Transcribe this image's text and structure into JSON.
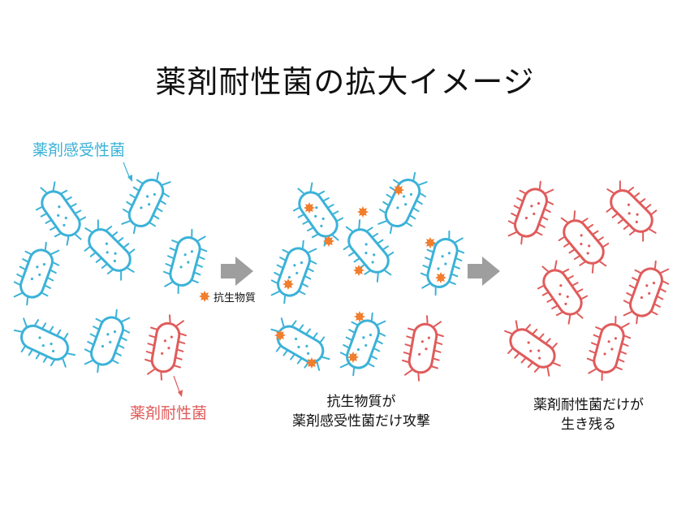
{
  "title": "薬剤耐性菌の拡大イメージ",
  "labels": {
    "susceptible": "薬剤感受性菌",
    "resistant": "薬剤耐性菌",
    "antibiotic": "抗生物質"
  },
  "captions": {
    "step2_line1": "抗生物質が",
    "step2_line2": "薬剤感受性菌だけ攻撃",
    "step3_line1": "薬剤耐性菌だけが",
    "step3_line2": "生き残る"
  },
  "colors": {
    "susceptible": "#3bb2d8",
    "resistant": "#e05b5b",
    "antibiotic": "#f07e2e",
    "arrow": "#9e9e9e"
  }
}
